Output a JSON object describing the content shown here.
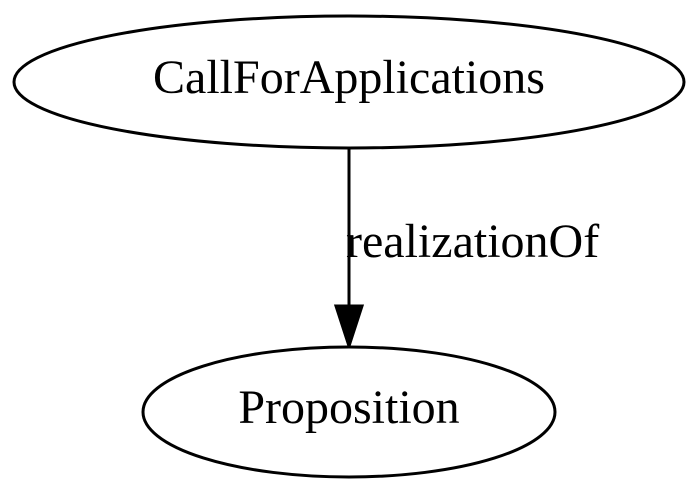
{
  "diagram": {
    "nodes": [
      {
        "id": "source",
        "label": "CallForApplications"
      },
      {
        "id": "target",
        "label": "Proposition"
      }
    ],
    "edges": [
      {
        "from": "source",
        "to": "target",
        "label": "realizationOf"
      }
    ],
    "colors": {
      "stroke": "#000000",
      "fill": "#ffffff",
      "text": "#000000"
    }
  }
}
